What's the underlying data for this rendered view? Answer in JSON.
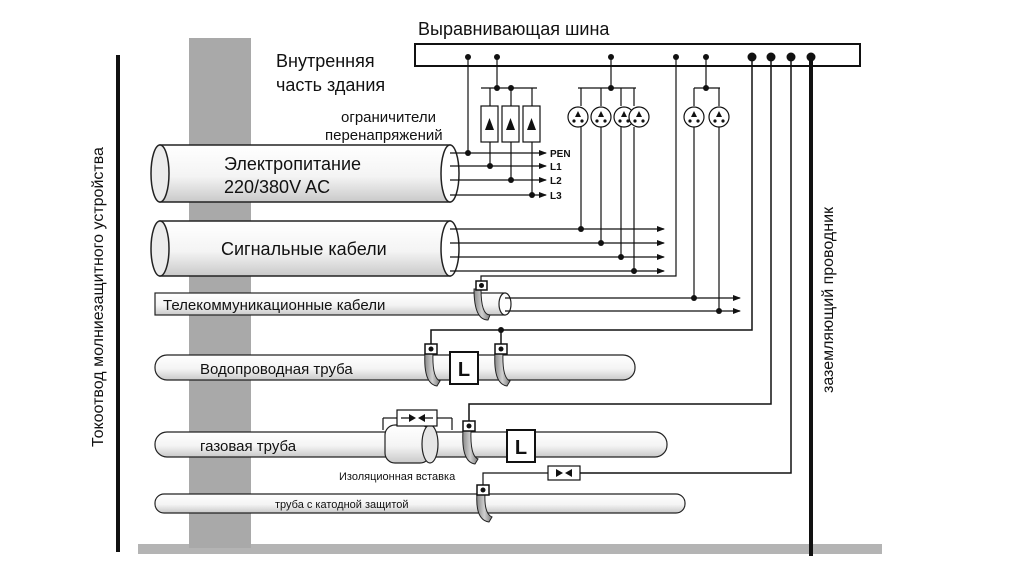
{
  "labels": {
    "equalization_bus": "Выравнивающая шина",
    "building_inside_1": "Внутренняя",
    "building_inside_2": "часть здания",
    "surge_limiters_1": "ограничители",
    "surge_limiters_2": "перенапряжений",
    "power_1": "Электропитание",
    "power_2": "220/380V AC",
    "signal_cables": "Сигнальные кабели",
    "telecom_cables": "Телекоммуникационные кабели",
    "water_pipe": "Водопроводная труба",
    "gas_pipe": "газовая труба",
    "insulating_insert": "Изоляционная вставка",
    "cathodic_pipe": "труба с катодной защитой",
    "lightning_down_conductor": "Токоотвод молниезащитного устройства",
    "grounding_conductor": "заземляющий проводник"
  },
  "wires": {
    "pen": "PEN",
    "l1": "L1",
    "l2": "L2",
    "l3": "L3"
  },
  "symbols": {
    "limiter_glyph": "L"
  }
}
